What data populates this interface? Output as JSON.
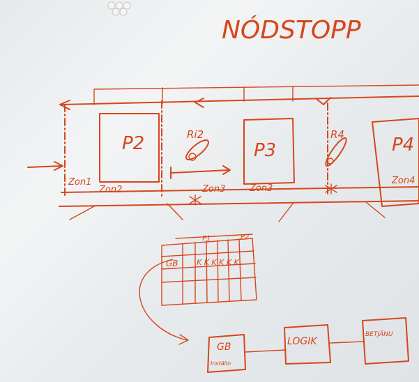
{
  "title": "NÓDSTOPP",
  "products": [
    "P2",
    "P3",
    "P4"
  ],
  "reflectors": [
    "Ri2",
    "R4"
  ],
  "zones": [
    "Zon1",
    "Zon2",
    "Zon3",
    "Zon3",
    "Zon4"
  ],
  "table": {
    "row_label": "GB",
    "header_left": "P1",
    "header_right": "P2",
    "marks": "K K K K K K"
  },
  "flow": {
    "gb_box": "GB",
    "gb_sub": "Inställn",
    "logic": "LOGIK",
    "actuator": "BETJÄNU"
  }
}
